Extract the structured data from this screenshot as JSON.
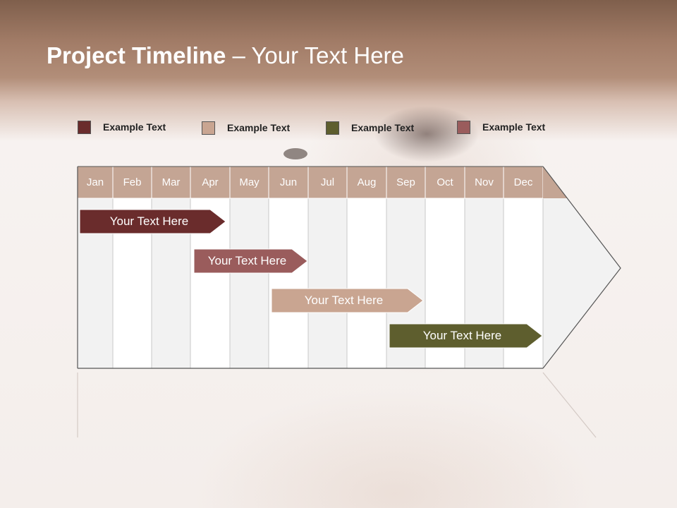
{
  "title": {
    "main": "Project Timeline",
    "rest": " – Your Text Here"
  },
  "legend": [
    {
      "label": "Example Text",
      "color": "#6a2c2c"
    },
    {
      "label": "Example Text",
      "color": "#c9a591"
    },
    {
      "label": "Example Text",
      "color": "#5e5e2e"
    },
    {
      "label": "Example Text",
      "color": "#9a5c5c"
    }
  ],
  "months": [
    "Jan",
    "Feb",
    "Mar",
    "Apr",
    "May",
    "Jun",
    "Jul",
    "Aug",
    "Sep",
    "Oct",
    "Nov",
    "Dec"
  ],
  "tasks": [
    {
      "label": "Your  Text Here",
      "start_month": "Jan",
      "end_month": "Apr",
      "color": "#6a2c2c"
    },
    {
      "label": "Your  Text Here",
      "start_month": "Apr",
      "end_month": "Jun",
      "color": "#9a5c5c"
    },
    {
      "label": "Your  Text Here",
      "start_month": "Jun",
      "end_month": "Sep",
      "color": "#c9a591"
    },
    {
      "label": "Your  Text Here",
      "start_month": "Sep",
      "end_month": "Dec",
      "color": "#5e5e2e"
    }
  ],
  "colors": {
    "header_cell": "#c4a594",
    "column_light": "#f2f2f2",
    "column_white": "#ffffff"
  }
}
